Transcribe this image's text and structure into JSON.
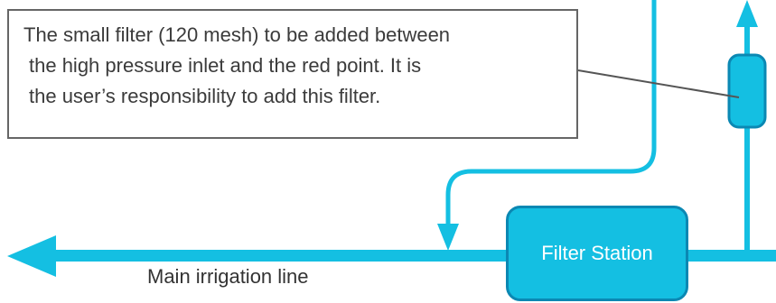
{
  "callout": {
    "lines": [
      "The small filter (120 mesh) to be added between",
      "the high pressure inlet and the red point. It is",
      "the user’s responsibility to add this filter."
    ]
  },
  "filter_station": {
    "label": "Filter Station"
  },
  "main_line": {
    "label": "Main irrigation line"
  },
  "colors": {
    "pipe": "#14bfe2",
    "pipe_dark": "#0b88b3",
    "box_border": "#666666",
    "text": "#3b3b3b"
  }
}
